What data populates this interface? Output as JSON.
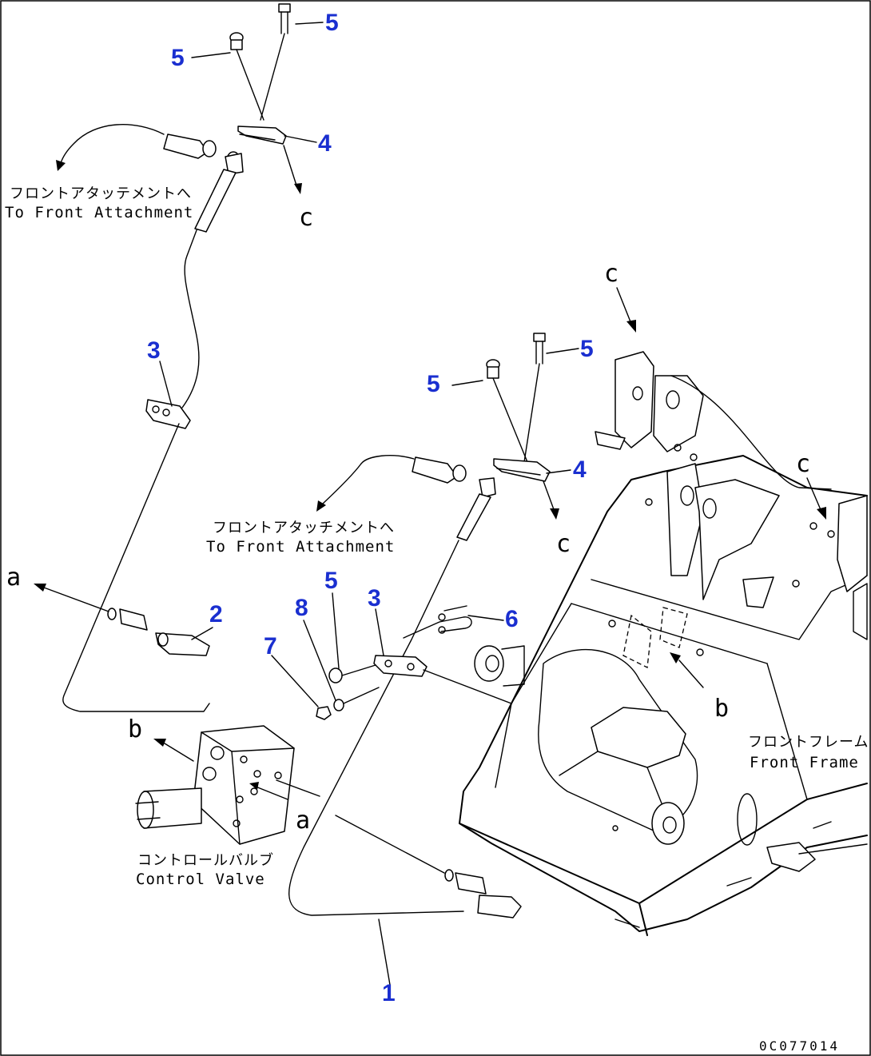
{
  "callouts": {
    "top_bolt_right": "5",
    "top_bolt_left": "5",
    "top_clamp": "4",
    "upper_clip": "3",
    "lower_elbow": "2",
    "mid_bolt_left": "5",
    "mid_bolt_right": "5",
    "mid_clamp": "4",
    "mid_bolt_lower": "5",
    "mid_clip": "3",
    "washer": "8",
    "nut": "7",
    "u_bolt": "6",
    "hose": "1"
  },
  "letters": {
    "c_top": "c",
    "c_frame_top": "c",
    "c_mid": "c",
    "c_right": "c",
    "a_left": "a",
    "a_valve": "a",
    "b_valve": "b",
    "b_frame": "b"
  },
  "labels": {
    "upper_jp": "フロントアタッテメントへ",
    "upper_en": "To Front Attachment",
    "mid_jp": "フロントアタッチメントへ",
    "mid_en": "To Front Attachment",
    "valve_jp": "コントロールバルブ",
    "valve_en": "Control Valve",
    "frame_jp": "フロントフレーム",
    "frame_en": "Front Frame"
  },
  "drawing_code": "0C077014",
  "colors": {
    "callout": "#1a2fd0",
    "line": "#000000",
    "background": "#ffffff"
  }
}
